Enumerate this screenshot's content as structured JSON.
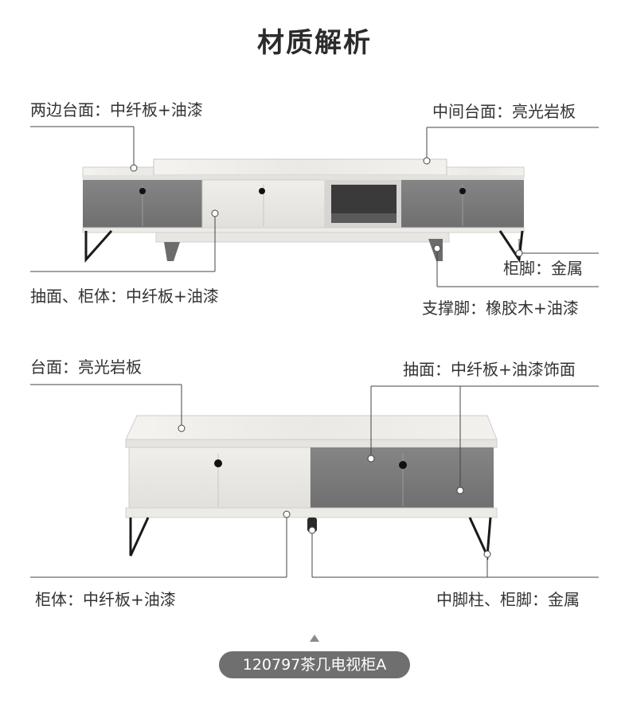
{
  "title": "材质解析",
  "tv_cabinet": {
    "labels": {
      "side_top": "两边台面：中纤板+油漆",
      "middle_top": "中间台面：亮光岩板",
      "drawer_body": "抽面、柜体：中纤板+油漆",
      "cabinet_feet": "柜脚：金属",
      "support_feet": "支撑脚：橡胶木+油漆"
    }
  },
  "coffee_table": {
    "labels": {
      "top": "台面：亮光岩板",
      "drawer_face": "抽面：中纤板+油漆饰面",
      "body": "柜体：中纤板+油漆",
      "feet": "中脚柱、柜脚：金属"
    }
  },
  "footer": {
    "product_name": "120797茶几电视柜A"
  },
  "colors": {
    "white_panel": "#eceae6",
    "grey_panel": "#7b7b7b",
    "metal_leg": "#1a1a1a",
    "pill_bg": "#6f6f6f"
  },
  "icons": {
    "footer_arrow": "triangle-up-icon"
  }
}
